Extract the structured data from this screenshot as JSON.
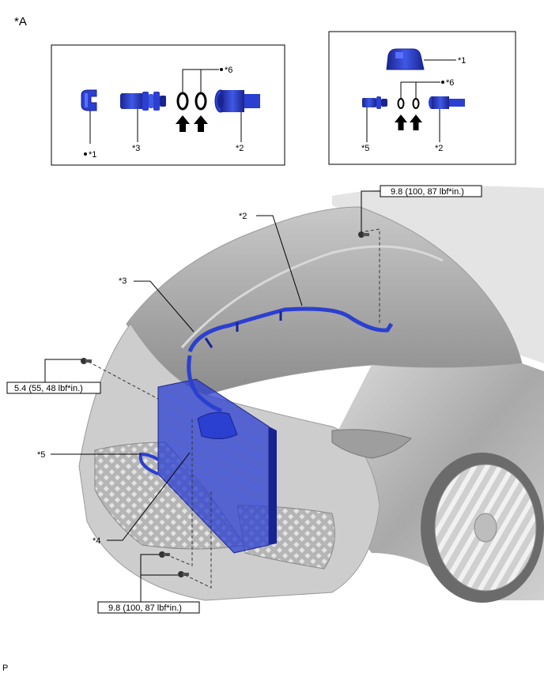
{
  "figure_label": "*A",
  "footer_code": "P",
  "callouts": {
    "c1": "*1",
    "c2": "*2",
    "c3": "*3",
    "c4": "*4",
    "c5": "*5",
    "c6": "*6"
  },
  "torque_specs": {
    "hood_bolt": "9.8 (100, 87 lbf*in.)",
    "left_bolt": "5.4 (55, 48 lbf*in.)",
    "bottom_bolts": "9.8 (100, 87 lbf*in.)"
  },
  "colors": {
    "part_blue": "#2b3fd0",
    "part_blue_dark": "#1a2490",
    "car_gray": "#b8b8b8"
  }
}
